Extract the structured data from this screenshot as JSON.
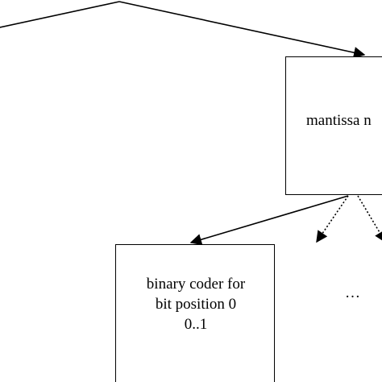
{
  "nodes": {
    "mantissa": {
      "label": "mantissa n"
    },
    "binary_coder": {
      "line1": "binary coder for",
      "line2": "bit position 0",
      "line3": "0..1"
    },
    "ellipsis": {
      "label": "…"
    }
  },
  "edges": [
    {
      "from": "parent",
      "to": "mantissa",
      "style": "solid"
    },
    {
      "from": "parent",
      "to": "left-offscreen",
      "style": "solid"
    },
    {
      "from": "mantissa",
      "to": "binary_coder",
      "style": "solid"
    },
    {
      "from": "mantissa",
      "to": "ellipsis-left",
      "style": "dotted"
    },
    {
      "from": "mantissa",
      "to": "ellipsis-right",
      "style": "dotted"
    }
  ]
}
